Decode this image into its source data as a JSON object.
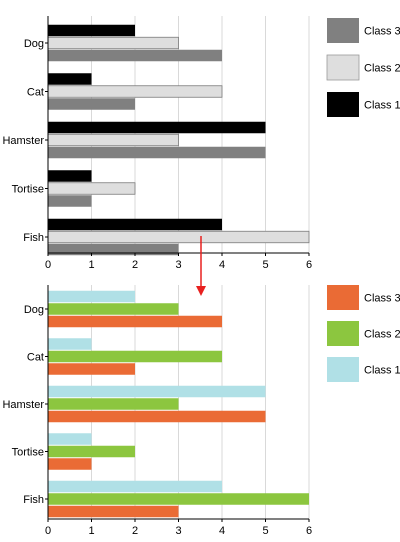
{
  "chart_data": [
    {
      "type": "bar",
      "orientation": "horizontal",
      "categories": [
        "Dog",
        "Cat",
        "Hamster",
        "Tortise",
        "Fish"
      ],
      "series": [
        {
          "name": "Class 1",
          "values": [
            2,
            1,
            5,
            1,
            4
          ],
          "color": "#000000"
        },
        {
          "name": "Class 2",
          "values": [
            3,
            4,
            3,
            2,
            6
          ],
          "color": "#dedede"
        },
        {
          "name": "Class 3",
          "values": [
            4,
            2,
            5,
            1,
            3
          ],
          "color": "#808080"
        }
      ],
      "xlim": [
        0,
        6
      ],
      "xticks": [
        "0",
        "1",
        "2",
        "3",
        "4",
        "5",
        "6"
      ],
      "grid": true,
      "legend_position": "right"
    },
    {
      "type": "bar",
      "orientation": "horizontal",
      "categories": [
        "Dog",
        "Cat",
        "Hamster",
        "Tortise",
        "Fish"
      ],
      "series": [
        {
          "name": "Class 1",
          "values": [
            2,
            1,
            5,
            1,
            4
          ],
          "color": "#b0e0e6"
        },
        {
          "name": "Class 2",
          "values": [
            3,
            4,
            3,
            2,
            6
          ],
          "color": "#8cc63f"
        },
        {
          "name": "Class 3",
          "values": [
            4,
            2,
            5,
            1,
            3
          ],
          "color": "#ea6b35"
        }
      ],
      "xlim": [
        0,
        6
      ],
      "xticks": [
        "0",
        "1",
        "2",
        "3",
        "4",
        "5",
        "6"
      ],
      "grid": true,
      "legend_position": "right"
    }
  ],
  "arrow_color": "#e8201f"
}
